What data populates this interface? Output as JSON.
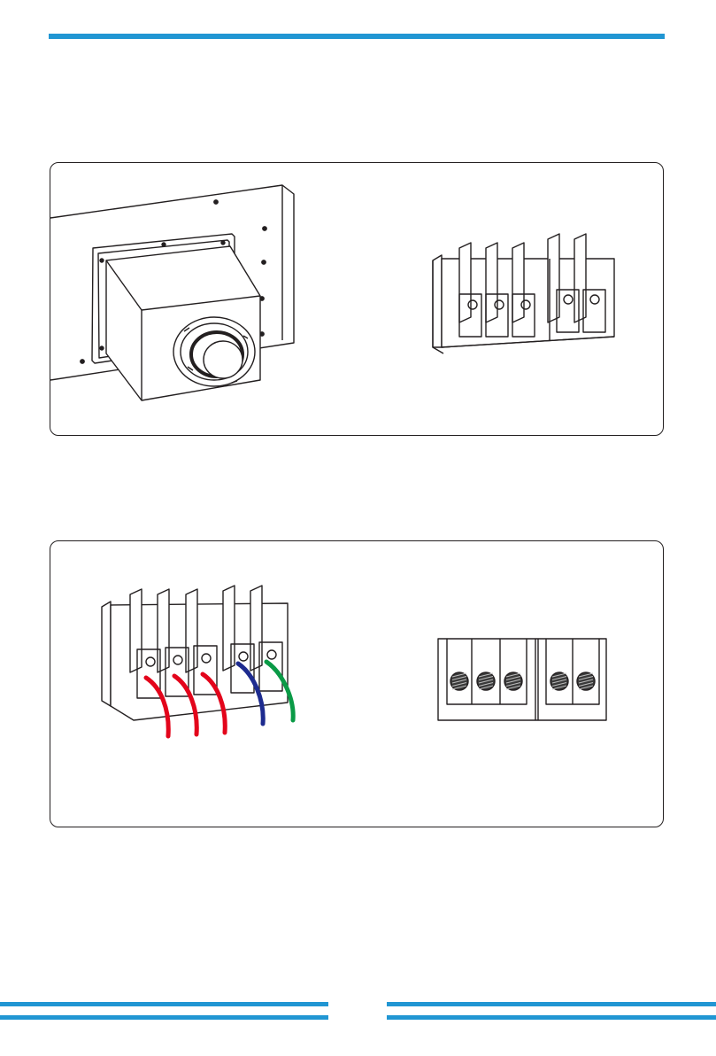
{
  "colors": {
    "accent": "#2196d3",
    "outline": "#231f20",
    "wire_phase": "#e3051b",
    "wire_neutral": "#1d2b8f",
    "wire_ground": "#0a9a46"
  },
  "figures": {
    "top_left": {
      "icon": "ac-output-box-with-cable-gland"
    },
    "top_right": {
      "icon": "terminal-block-3-plus-2-open"
    },
    "bottom_left": {
      "icon": "terminal-block-with-wires",
      "wires": [
        "red",
        "red",
        "red",
        "blue",
        "green"
      ]
    },
    "bottom_right": {
      "icon": "terminal-block-front-view",
      "screw_count": 5
    }
  }
}
